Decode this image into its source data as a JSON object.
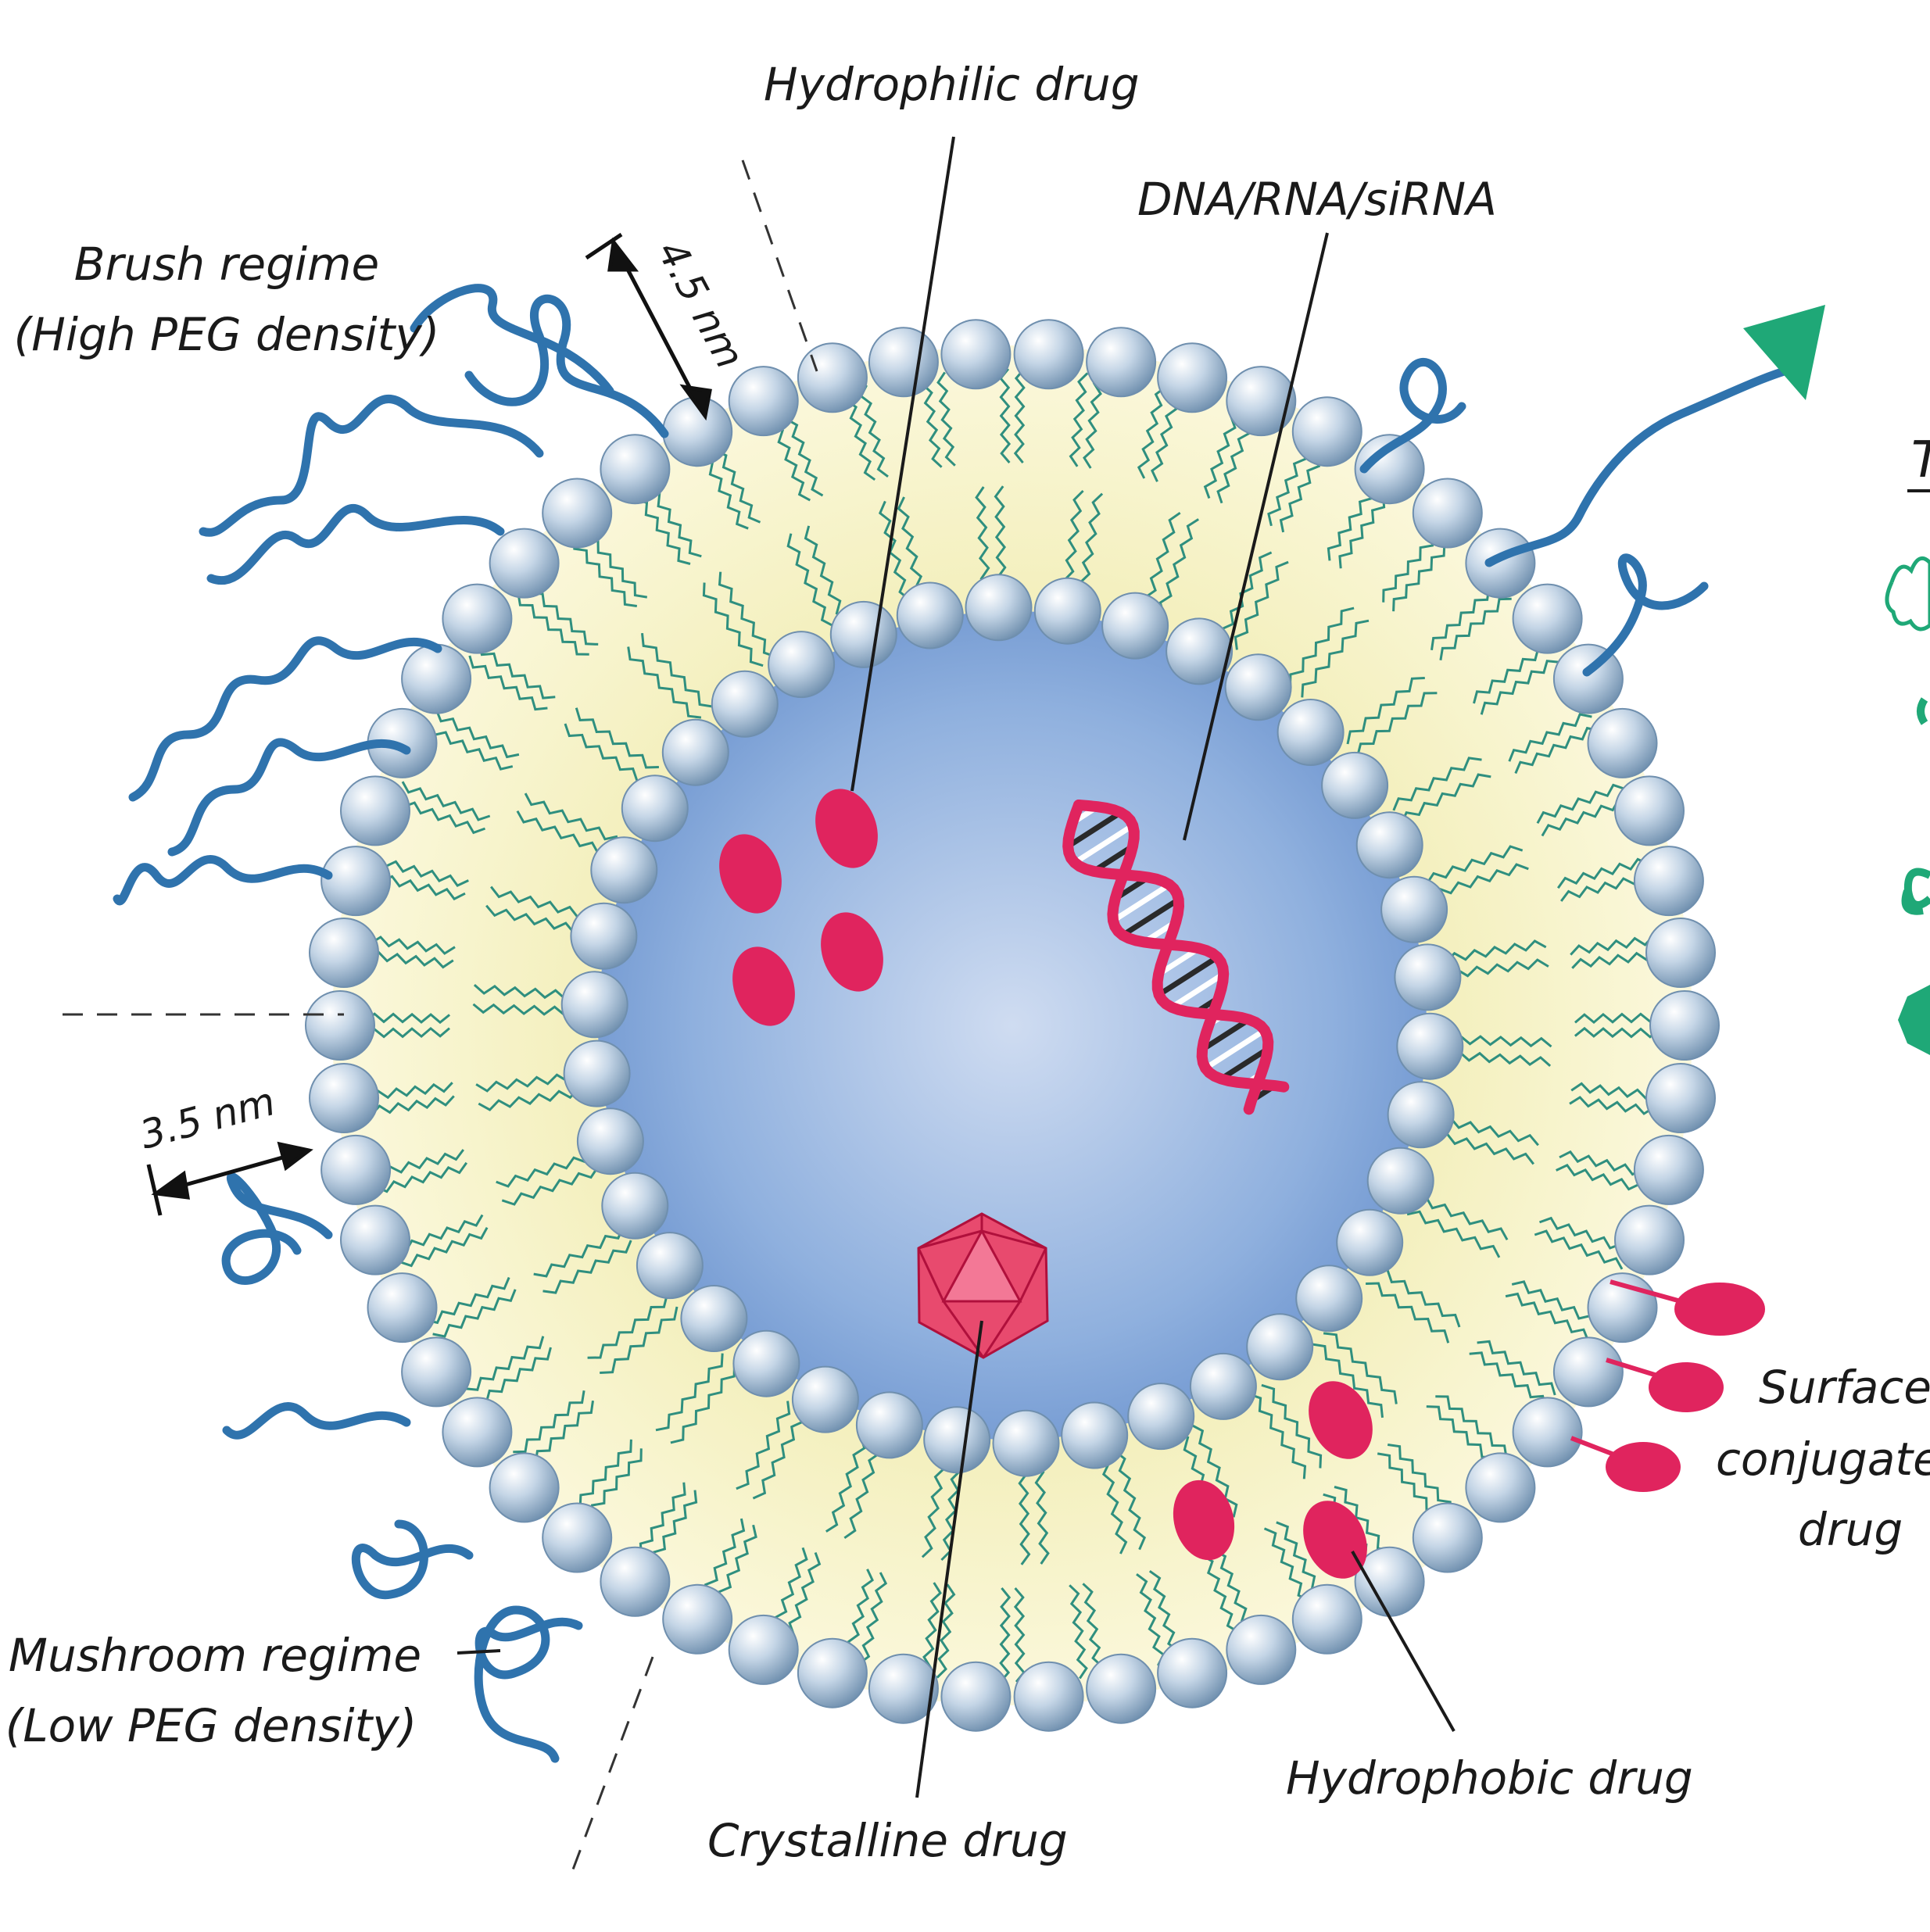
{
  "labels": {
    "hydrophilic": "Hydrophilic drug",
    "dna": "DNA/RNA/siRNA",
    "brush_line1": "Brush regime",
    "brush_line2": "(High PEG density)",
    "mushroom_line1": "Mushroom regime",
    "mushroom_line2": "(Low PEG density)",
    "surface_line1": "Surface",
    "surface_line2": "conjugated",
    "surface_line3": "drug",
    "hydrophobic": "Hydrophobic drug",
    "crystalline": "Crystalline drug",
    "dim_top": "4.5 nm",
    "dim_left": "3.5 nm",
    "cropped_header": "T"
  },
  "colors": {
    "core": "#7fa2d6",
    "core_center": "#c7d5ee",
    "bilayer": "#f6f2c4",
    "tail": "#2f8f7f",
    "head": "#aac2da",
    "peg": "#2f73ad",
    "drug": "#e0245e",
    "ligand": "#1fa877",
    "line": "#1a1a1a"
  },
  "icons": {
    "arrow_head": "triangle-icon",
    "ligand_shapes": [
      "protein-icon",
      "peptide-icon",
      "loop-icon",
      "hexagon-icon"
    ]
  }
}
